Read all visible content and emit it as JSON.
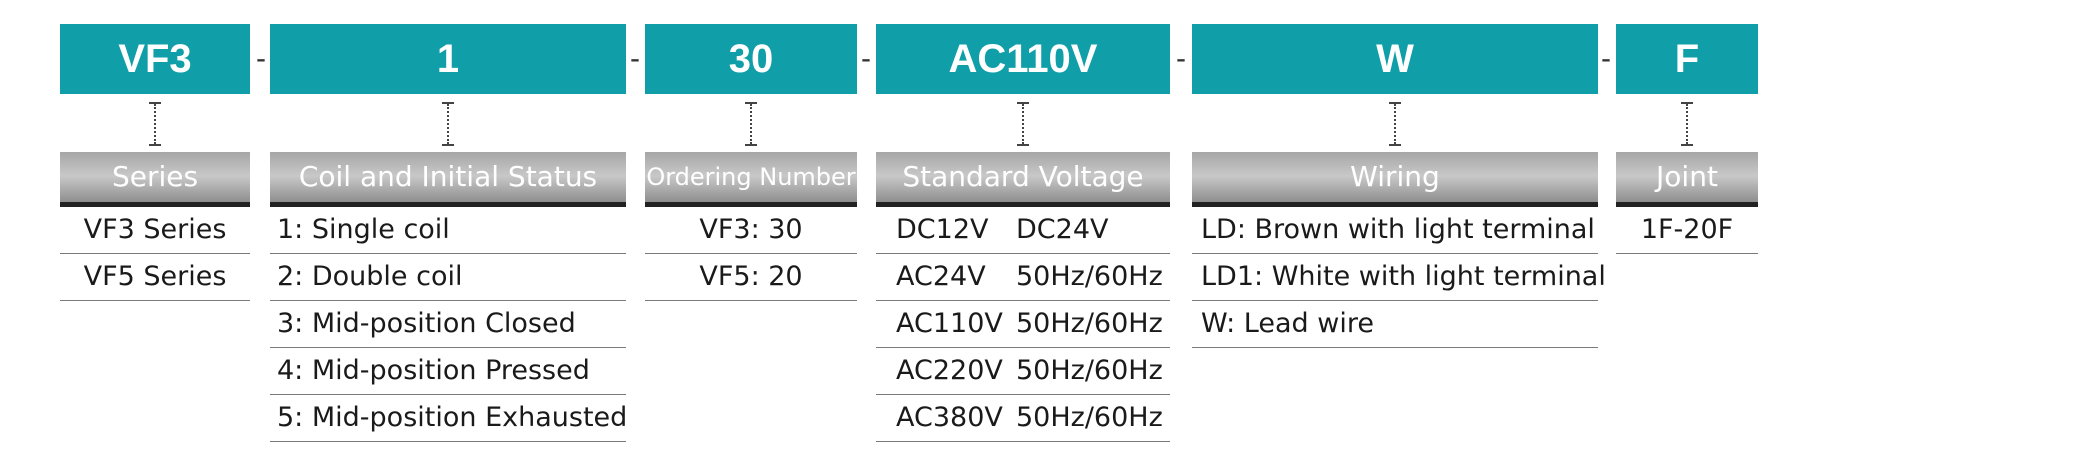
{
  "separator": "-",
  "colors": {
    "code_bg": "#109fa8",
    "header_text": "#ffffff"
  },
  "columns": [
    {
      "code": "VF3",
      "header": "Series",
      "rows": [
        "VF3 Series",
        "VF5 Series"
      ]
    },
    {
      "code": "1",
      "header": "Coil and Initial Status",
      "rows": [
        "1: Single coil",
        "2: Double coil",
        "3: Mid-position Closed",
        "4: Mid-position Pressed",
        "5: Mid-position Exhausted"
      ]
    },
    {
      "code": "30",
      "header": "Ordering Number",
      "rows": [
        "VF3: 30",
        "VF5: 20"
      ]
    },
    {
      "code": "AC110V",
      "header": "Standard Voltage",
      "rows": [
        {
          "a": "DC12V",
          "b": "DC24V"
        },
        {
          "a": "AC24V",
          "b": "50Hz/60Hz"
        },
        {
          "a": "AC110V",
          "b": "50Hz/60Hz"
        },
        {
          "a": "AC220V",
          "b": "50Hz/60Hz"
        },
        {
          "a": "AC380V",
          "b": "50Hz/60Hz"
        }
      ]
    },
    {
      "code": "W",
      "header": "Wiring",
      "rows": [
        "LD: Brown with light terminal",
        "LD1: White with light terminal",
        "W: Lead wire"
      ]
    },
    {
      "code": "F",
      "header": "Joint",
      "rows": [
        "1F-20F"
      ]
    }
  ]
}
